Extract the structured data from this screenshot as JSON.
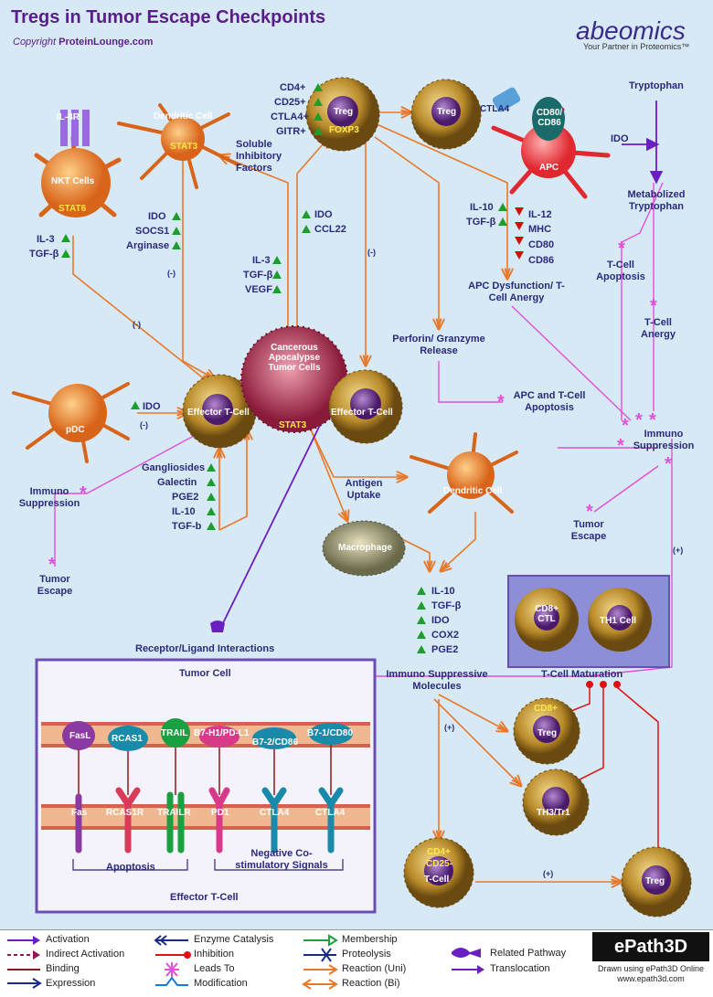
{
  "header": {
    "title": "Tregs in Tumor Escape Checkpoints",
    "copyright_prefix": "Copyright",
    "copyright_name": "ProteinLounge.com",
    "brand": "abeomics",
    "tagline": "Your Partner in Proteomics™"
  },
  "cells": {
    "il4r": "IL-4R",
    "nkt": "NKT Cells",
    "stat6": "STAT6",
    "dc_top": "Dendritic Cell",
    "dc_top_stat": "STAT3",
    "treg1": "Treg",
    "foxp3": "FOXP3",
    "treg2": "Treg",
    "ctla4": "CTLA4",
    "cd80_86": "CD80/ CD86",
    "apc": "APC",
    "pdc": "pDC",
    "effector1": "Effector T-Cell",
    "tumor": "Cancerous Apocalypse Tumor Cells",
    "tumor_stat": "STAT3",
    "effector2": "Effector T-Cell",
    "dc_mid": "Dendritic Cell",
    "macrophage": "Macrophage",
    "cd8_ctl": "CD8+ CTL",
    "th1": "TH1 Cell",
    "cd8_treg_a": "CD8+",
    "cd8_treg_b": "Treg",
    "th3": "TH3/Tr1",
    "cd4_cd25_a": "CD4+",
    "cd4_cd25_b": "CD25-",
    "cd4_cd25_c": "T-Cell",
    "treg_bottom": "Treg"
  },
  "labels": {
    "il3_nkt": "IL-3",
    "tgfb_nkt": "TGF-β",
    "ido1": "IDO",
    "socs1": "SOCS1",
    "arginase": "Arginase",
    "soluble": "Soluble Inhibitory Factors",
    "cd4": "CD4+",
    "cd25": "CD25+",
    "ctla4p": "CTLA4+",
    "gitr": "GITR+",
    "ido2": "IDO",
    "ccl22": "CCL22",
    "il3b": "IL-3",
    "tgfb2": "TGF-β",
    "vegf": "VEGF",
    "il10a": "IL-10",
    "tgfb3": "TGF-β",
    "il12": "IL-12",
    "mhc": "MHC",
    "cd80": "CD80",
    "cd86": "CD86",
    "ido_apc": "IDO",
    "tryptophan": "Tryptophan",
    "metab": "Metabolized Tryptophan",
    "tcell_apop": "T-Cell Apoptosis",
    "tcell_anergy": "T-Cell Anergy",
    "apc_dysf": "APC Dysfunction/ T-Cell Anergy",
    "perforin": "Perforin/ Granzyme Release",
    "apc_tcell_apop": "APC and T-Cell Apoptosis",
    "immuno_right": "Immuno Suppression",
    "tumor_escape_right": "Tumor Escape",
    "ido_pdc": "IDO",
    "gang": "Gangliosides",
    "galectin": "Galectin",
    "pge2": "PGE2",
    "il10b": "IL-10",
    "tgfb_b": "TGF-b",
    "immuno_left": "Immuno Suppression",
    "tumor_escape_left": "Tumor Escape",
    "antigen": "Antigen Uptake",
    "il10c": "IL-10",
    "tgfb4": "TGF-β",
    "ido3": "IDO",
    "cox2": "COX2",
    "pge2b": "PGE2",
    "ism": "Immuno Suppressive Molecules",
    "tcell_mat": "T-Cell Maturation",
    "receptor": "Receptor/Ligand Interactions",
    "minus": "(-)",
    "plus": "(+)"
  },
  "inset": {
    "tumor_cell": "Tumor Cell",
    "effector": "Effector T-Cell",
    "ligands": [
      "FasL",
      "RCAS1",
      "TRAIL",
      "B7-H1/PD-L1",
      "B7-2/CD86",
      "B7-1/CD80"
    ],
    "receptors": [
      "Fas",
      "RCAS1R",
      "TRAILR",
      "PD1",
      "CTLA4",
      "CTLA4"
    ],
    "apoptosis": "Apoptosis",
    "negative": "Negative Co-stimulatory Signals"
  },
  "legend": {
    "items": [
      "Activation",
      "Indirect Activation",
      "Binding",
      "Expression",
      "Enzyme Catalysis",
      "Inhibition",
      "Leads To",
      "Modification",
      "Membership",
      "Proteolysis",
      "Reaction (Uni)",
      "Reaction (Bi)",
      "Related Pathway",
      "Translocation"
    ],
    "epath": "ePath3D",
    "drawn": "Drawn using ePath3D Online",
    "url": "www.epath3d.com"
  },
  "colors": {
    "background": "#d8e9f6",
    "arrow_orange": "#e8782a",
    "arrow_pink": "#e050d8",
    "arrow_purple": "#6a1fc0",
    "inset_border": "#6a4fb0"
  }
}
